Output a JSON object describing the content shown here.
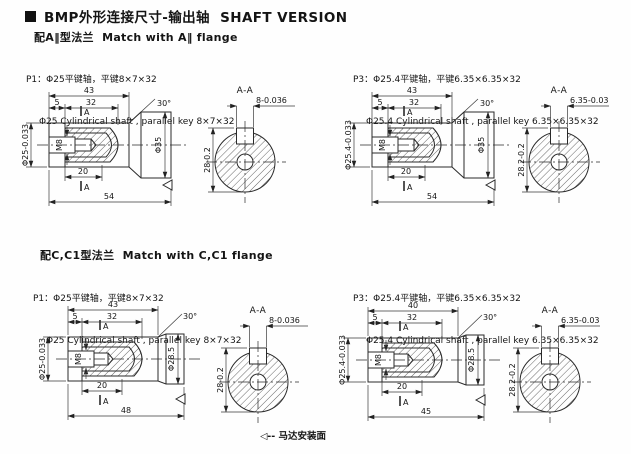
{
  "page": {
    "title": "BMP外形连接尺寸-输出轴  SHAFT VERSION",
    "footer": "◁-- 马达安装面"
  },
  "sections": {
    "a2": {
      "heading": "配A‖型法兰  Match with A‖ flange",
      "p1_line1": "P1：Φ25平键轴，平键8×7×32",
      "p1_line2": "Φ25 Cylindrical shaft , parallel key 8×7×32",
      "p3_line1": "P3：Φ25.4平键轴，平键6.35×6.35×32",
      "p3_line2": "Φ25.4 Cylindrical shaft , parallel key 6.35×6.35×32"
    },
    "cc1": {
      "heading": "配C,C1型法兰  Match with C,C1 flange",
      "p1_line1": "P1：Φ25平键轴，平键8×7×32",
      "p1_line2": "Φ25 Cylindrical shaft , parallel key 8×7×32",
      "p3_line1": "P3：Φ25.4平键轴，平键6.35×6.35×32",
      "p3_line2": "Φ25.4 Cylindrical shaft , parallel key 6.35×6.35×32"
    }
  },
  "drawings": {
    "a2_p1": {
      "dim_top": "43",
      "dim_5": "5",
      "dim_32": "32",
      "dim_20": "20",
      "dim_total": "54",
      "angle": "30°",
      "cut_a": "A",
      "dia_shaft": "Φ25-0.033",
      "thread": "M8",
      "dia_flange": "Φ35",
      "section": {
        "title": "A-A",
        "key_width": "8-0.036",
        "key_height": "28-0.2"
      }
    },
    "a2_p3": {
      "dim_top": "43",
      "dim_5": "5",
      "dim_32": "32",
      "dim_20": "20",
      "dim_total": "54",
      "angle": "30°",
      "cut_a": "A",
      "dia_shaft": "Φ25.4-0.033",
      "thread": "M8",
      "dia_flange": "Φ35",
      "section": {
        "title": "A-A",
        "key_width": "6.35-0.03",
        "key_height": "28.2-0.2"
      }
    },
    "cc1_p1": {
      "dim_top": "43",
      "dim_5": "5",
      "dim_32": "32",
      "dim_20": "20",
      "dim_total": "48",
      "angle": "30°",
      "cut_a": "A",
      "dia_shaft": "Φ25-0.033",
      "thread": "M8",
      "dia_flange": "Φ28.5",
      "section": {
        "title": "A-A",
        "key_width": "8-0.036",
        "key_height": "28-0.2"
      }
    },
    "cc1_p3": {
      "dim_top": "40",
      "dim_5": "5",
      "dim_32": "32",
      "dim_20": "20",
      "dim_total": "45",
      "angle": "30°",
      "cut_a": "A",
      "dia_shaft": "Φ25.4-0.033",
      "thread": "M8",
      "dia_flange": "Φ28.5",
      "section": {
        "title": "A-A",
        "key_width": "6.35-0.03",
        "key_height": "28.2-0.2"
      }
    }
  }
}
